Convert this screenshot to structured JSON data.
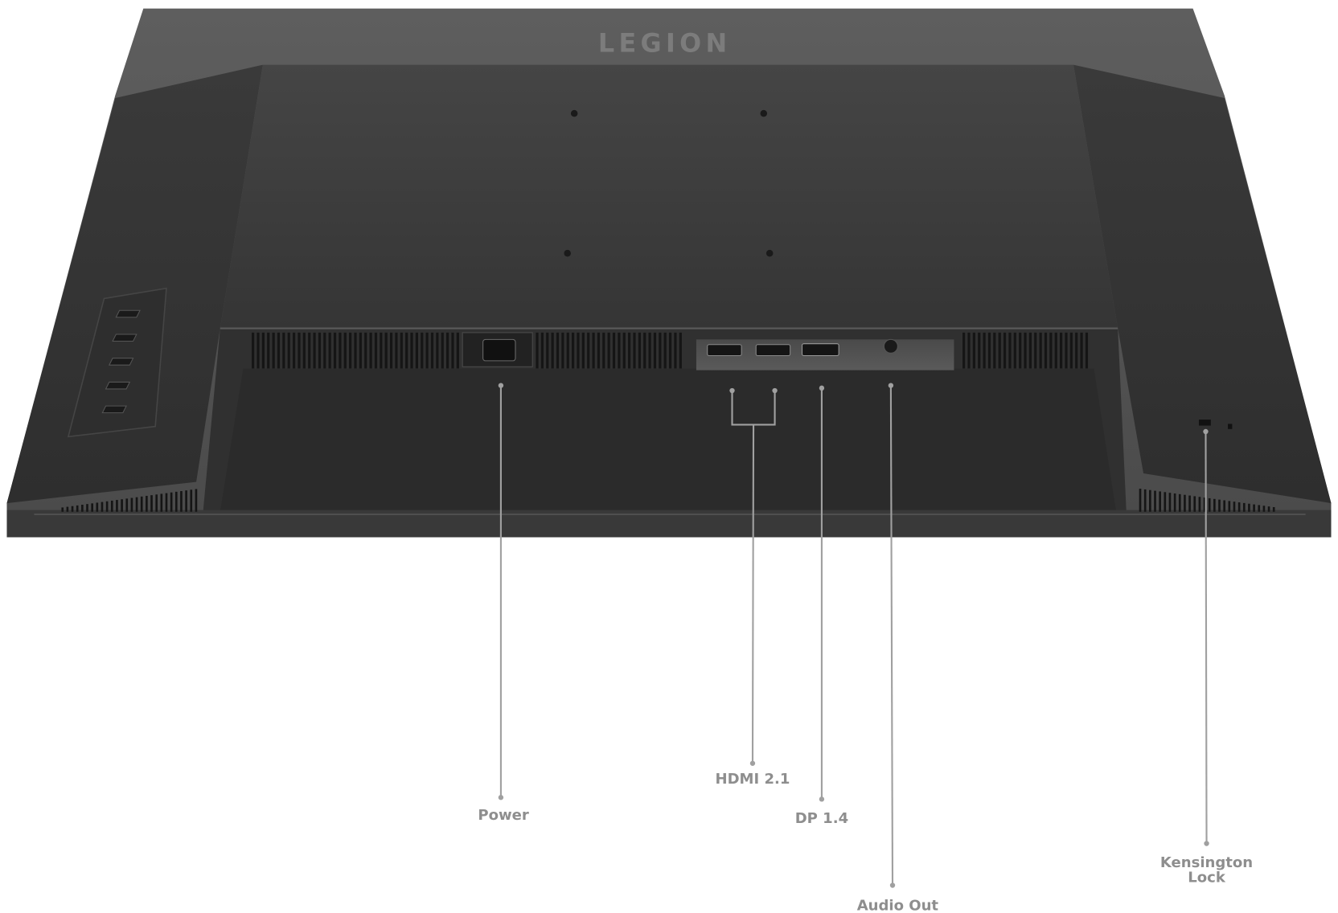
{
  "product": {
    "logo_text": "LEGION",
    "body_color": "#3a3a3a",
    "top_color": "#5c5c5c"
  },
  "callouts": {
    "power": "Power",
    "hdmi": "HDMI 2.1",
    "dp": "DP 1.4",
    "audio": "Audio Out",
    "kensington_line1": "Kensington",
    "kensington_line2": "Lock",
    "line_color": "#a0a0a0",
    "text_color": "#8e8e8e"
  }
}
